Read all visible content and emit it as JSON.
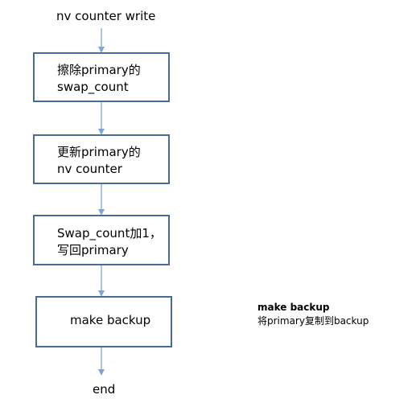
{
  "flow": {
    "start_label": "nv counter write",
    "steps": [
      {
        "line1": "擦除primary的",
        "line2": "swap_count"
      },
      {
        "line1": "更新primary的",
        "line2": "nv counter"
      },
      {
        "line1": "Swap_count加1，",
        "line2": "写回primary"
      },
      {
        "line1": "make backup"
      }
    ],
    "end_label": "end"
  },
  "note": {
    "title": "make backup",
    "body": "将primary复制到backup"
  },
  "colors": {
    "box_border": "#4a6b96",
    "arrow": "#7ea6d3"
  }
}
